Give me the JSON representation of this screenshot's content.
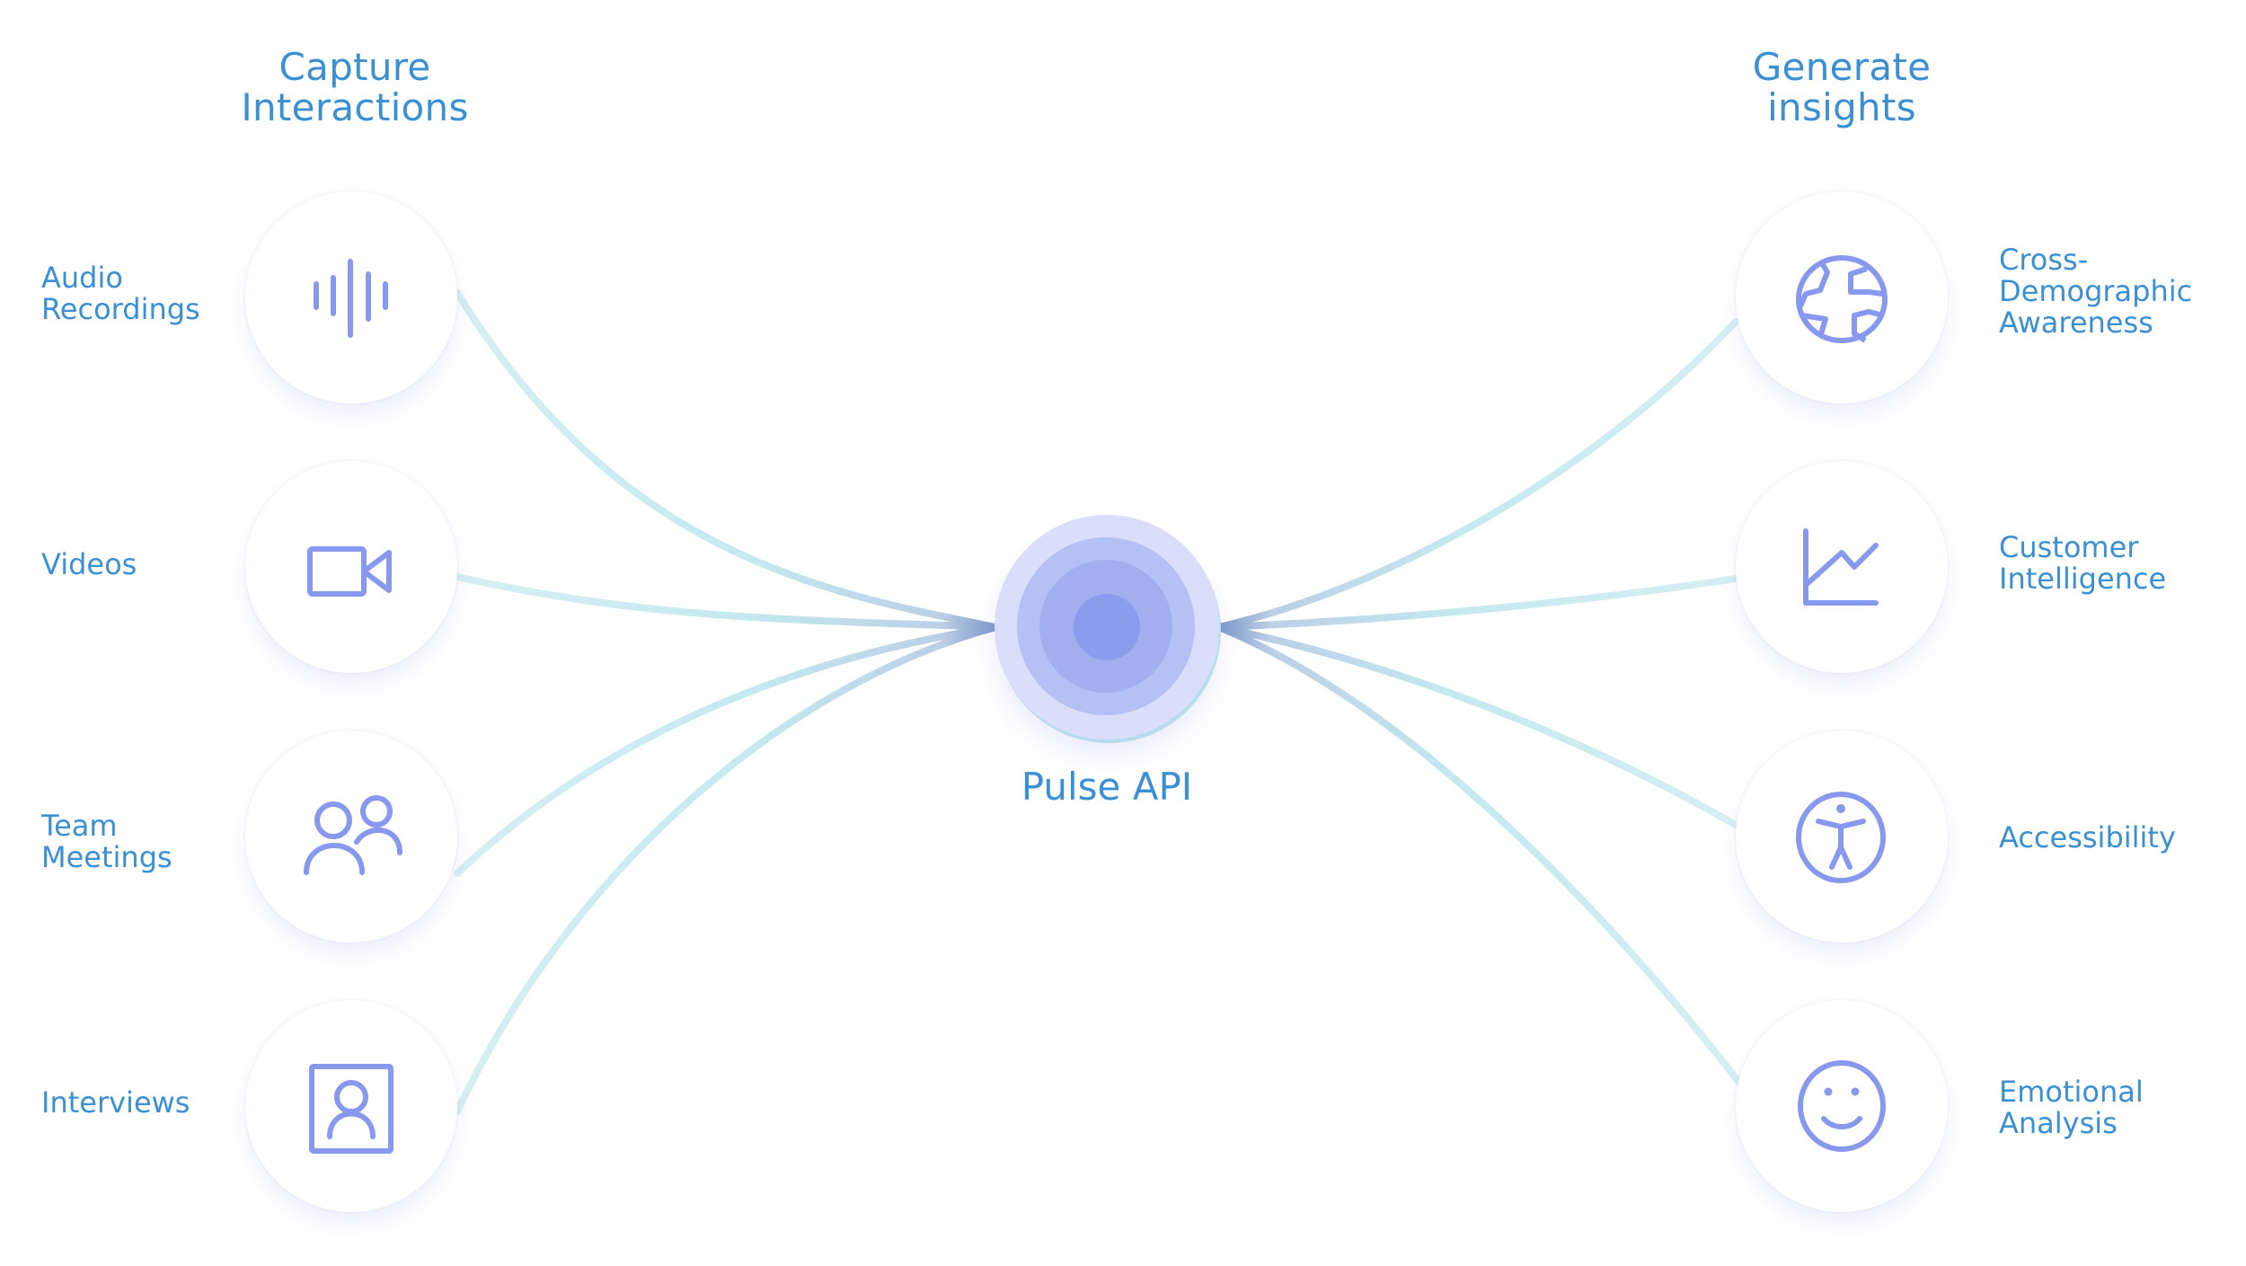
{
  "left_column": {
    "title_line1": "Capture",
    "title_line2": "Interactions",
    "items": [
      {
        "lines": [
          "Audio",
          "Recordings"
        ],
        "icon": "soundwave-icon"
      },
      {
        "lines": [
          "Videos"
        ],
        "icon": "video-camera-icon"
      },
      {
        "lines": [
          "Team",
          "Meetings"
        ],
        "icon": "team-icon"
      },
      {
        "lines": [
          "Interviews"
        ],
        "icon": "interview-portrait-icon"
      }
    ]
  },
  "right_column": {
    "title_line1": "Generate",
    "title_line2": "insights",
    "items": [
      {
        "lines": [
          "Cross-",
          "Demographic",
          "Awareness"
        ],
        "icon": "globe-icon"
      },
      {
        "lines": [
          "Customer",
          "Intelligence"
        ],
        "icon": "line-chart-icon"
      },
      {
        "lines": [
          "Accessibility"
        ],
        "icon": "accessibility-icon"
      },
      {
        "lines": [
          "Emotional",
          "Analysis"
        ],
        "icon": "smiley-face-icon"
      }
    ]
  },
  "hub": {
    "label": "Pulse API"
  },
  "colors": {
    "text": "#3b8fd3",
    "icon": "#8898ee",
    "line_outer": "#d2eef2",
    "line_inner": "#b9cde6",
    "line_converge": "#6f8fc4",
    "hub_rings": [
      "#dadefa",
      "#b5c0f4",
      "#a2afef",
      "#8b9cee"
    ]
  }
}
